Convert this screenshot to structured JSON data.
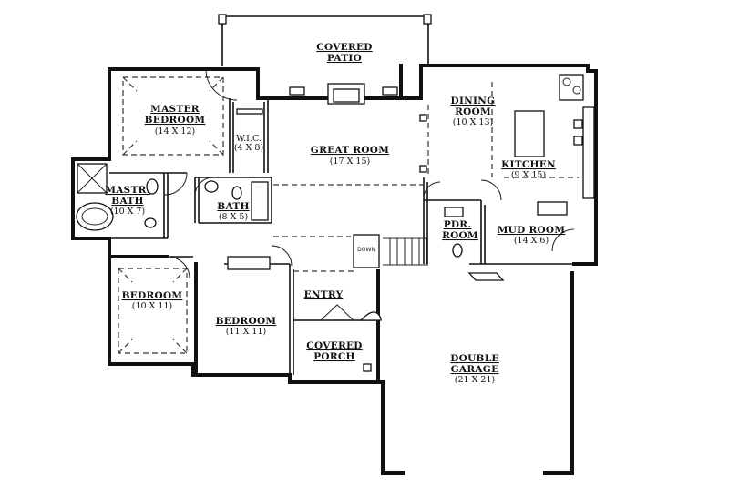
{
  "rooms": {
    "covered_patio": {
      "line1": "COVERED",
      "line2": "PATIO"
    },
    "master_bedroom": {
      "line1": "MASTER",
      "line2": "BEDROOM",
      "dims": "(14 X 12)"
    },
    "wic": {
      "name": "W.I.C.",
      "dims": "(4 X 8)"
    },
    "great_room": {
      "name": "GREAT ROOM",
      "dims": "(17 X 15)"
    },
    "dining_room": {
      "line1": "DINING",
      "line2": "ROOM",
      "dims": "(10 X 13)"
    },
    "kitchen": {
      "name": "KITCHEN",
      "dims": "(9 X 15)"
    },
    "master_bath": {
      "line1": "MASTR.",
      "line2": "BATH",
      "dims": "(10 X 7)"
    },
    "bath": {
      "name": "BATH",
      "dims": "(8 X 5)"
    },
    "powder_room": {
      "line1": "PDR.",
      "line2": "ROOM"
    },
    "mud_room": {
      "name": "MUD ROOM",
      "dims": "(14 X 6)"
    },
    "bedroom_left": {
      "name": "BEDROOM",
      "dims": "(10 X 11)"
    },
    "bedroom_center": {
      "name": "BEDROOM",
      "dims": "(11 X 11)"
    },
    "entry": {
      "name": "ENTRY"
    },
    "covered_porch": {
      "line1": "COVERED",
      "line2": "PORCH"
    },
    "double_garage": {
      "line1": "DOUBLE",
      "line2": "GARAGE",
      "dims": "(21 X 21)"
    }
  },
  "stair_label": "DOWN"
}
